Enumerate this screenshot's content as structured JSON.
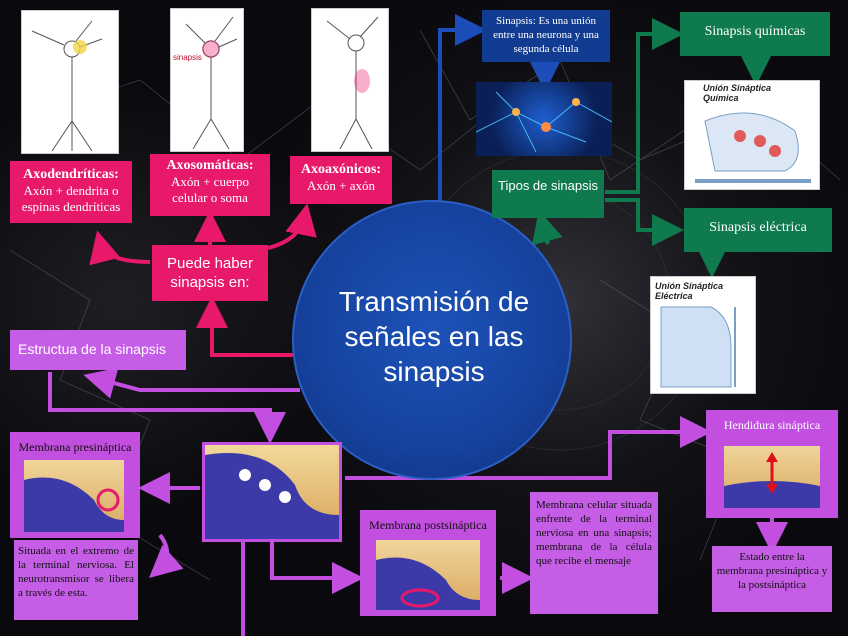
{
  "center": {
    "title": "Transmisión de señales en las sinapsis"
  },
  "left": {
    "axodendriticas": {
      "title": "Axodendríticas:",
      "text": "Axón + dendrita o espinas dendríticas"
    },
    "axosomaticas": {
      "title": "Axosomáticas:",
      "text": "Axón + cuerpo celular o soma"
    },
    "axoaxonicos": {
      "title": "Axoaxónicos:",
      "text": "Axón + axón"
    },
    "puede": {
      "text": "Puede haber sinapsis en:"
    },
    "thumb2_label": "sinapsis"
  },
  "estructura": {
    "label": "Estructua de la sinapsis"
  },
  "presinaptica": {
    "title": "Membrana presináptica",
    "desc": "Situada en el extremo de la terminal nerviosa. El neurotransmisor se libera a través de esta."
  },
  "postsinaptica": {
    "title": "Membrana postsináptica",
    "desc": "Membrana celular situada enfrente de la terminal nerviosa en una sinapsis; membrana de la célula que recibe el mensaje"
  },
  "hendidura": {
    "title": "Hendidura sináptica",
    "desc": "Estado entre la membrana presináptica y la postsináptica"
  },
  "right": {
    "definicion": "Sinapsis: Es una unión entre una neurona y una segunda célula",
    "tipos": "Tipos de sinapsis",
    "quimicas": "Sinapsis químicas",
    "quimica_fig_title": "Unión Sináptica Química",
    "electrica": "Sinapsis eléctrica",
    "electrica_fig_title": "Unión Sináptica Eléctrica"
  },
  "colors": {
    "pink": "#e8196b",
    "violet": "#c24fe0",
    "navy": "#123b92",
    "green": "#0f7a4e",
    "center": "#16429e"
  }
}
